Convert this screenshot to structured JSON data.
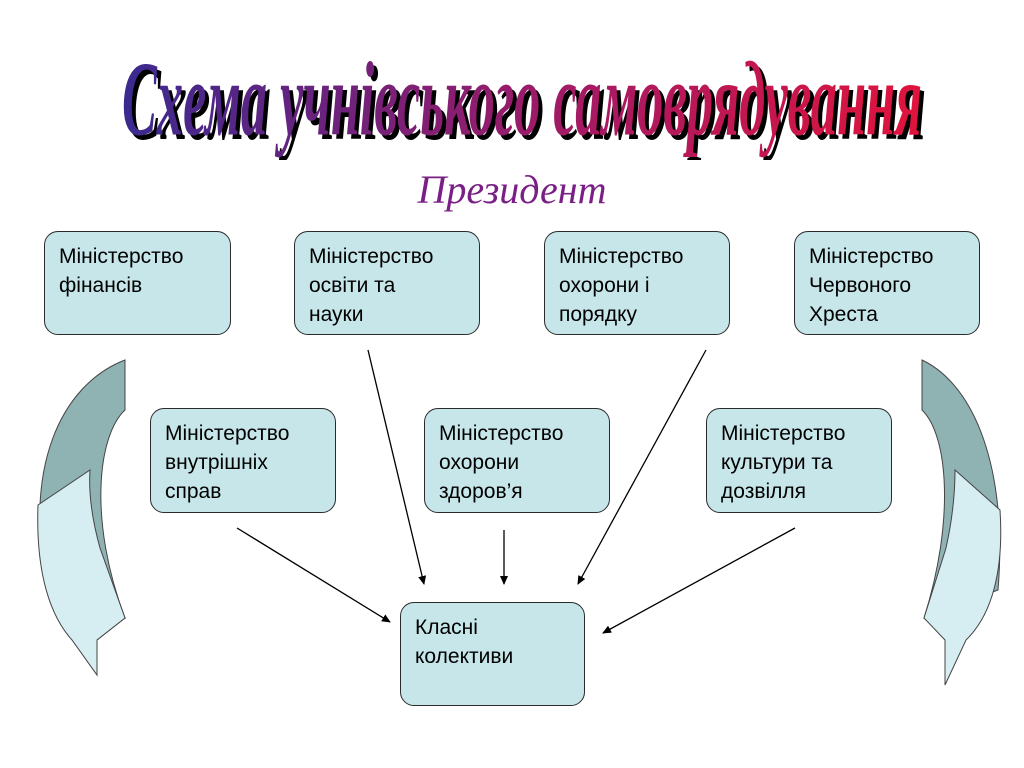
{
  "title": "Схема учнівського самоврядування",
  "president": "Президент",
  "ministries_top": [
    "Міністерство\nфінансів",
    "Міністерство\nосвіти та\nнауки",
    "Міністерство\nохорони і\nпорядку",
    "Міністерство\nЧервоного\nХреста"
  ],
  "ministries_middle": [
    "Міністерство\nвнутрішніх\nсправ",
    "Міністерство\nохорони\nздоров’я",
    "Міністерство\nкультури та\nдозвілля"
  ],
  "classes": "Класні\nколективи",
  "colors": {
    "box_fill": "#c6e6ea",
    "title_start": "#3b2a8f",
    "title_end": "#e0143c",
    "president": "#7a1f86"
  }
}
